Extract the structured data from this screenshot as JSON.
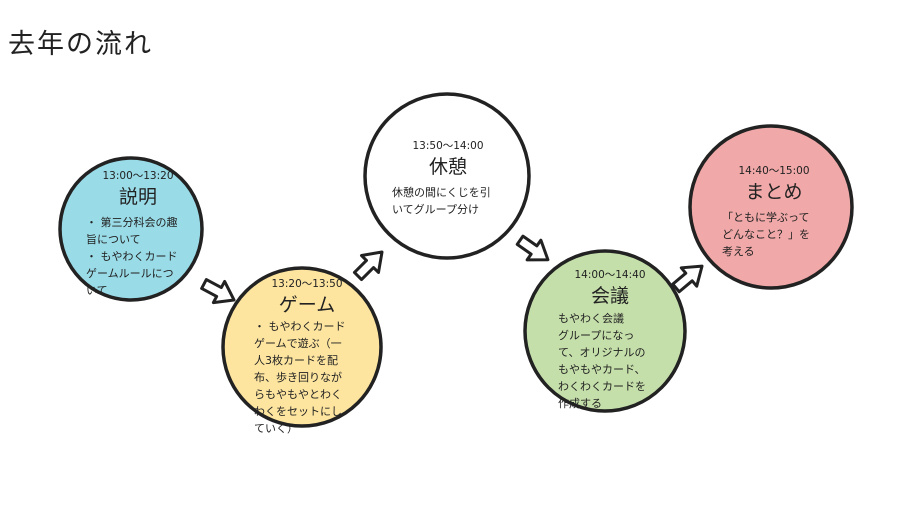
{
  "title": "去年の流れ",
  "colors": {
    "explain": "#99dbe7",
    "game": "#fde5a0",
    "break": "#ffffff",
    "meeting": "#c5dfaa",
    "summary": "#f0a8a8",
    "stroke": "#222222"
  },
  "steps": [
    {
      "id": "explain",
      "time": "13:00〜13:20",
      "heading": "説明",
      "body": "・ 第三分科会の趣\n旨について\n・ もやわくカード\nゲームルールにつ\nいて"
    },
    {
      "id": "game",
      "time": "13:20〜13:50",
      "heading": "ゲーム",
      "body": "・ もやわくカード\nゲームで遊ぶ（一\n人3枚カードを配\n布、歩き回りなが\nらもやもやとわく\nわくをセットにし\nていく）"
    },
    {
      "id": "break",
      "time": "13:50〜14:00",
      "heading": "休憩",
      "body": "休憩の間にくじを引\nいてグループ分け"
    },
    {
      "id": "meeting",
      "time": "14:00〜14:40",
      "heading": "会議",
      "body": "もやわく会議\nグループになっ\nて、オリジナルの\nもやもやカード、\nわくわくカードを\n作成する"
    },
    {
      "id": "summary",
      "time": "14:40〜15:00",
      "heading": "まとめ",
      "body": "「ともに学ぶって\nどんなこと？」を\n考える"
    }
  ]
}
